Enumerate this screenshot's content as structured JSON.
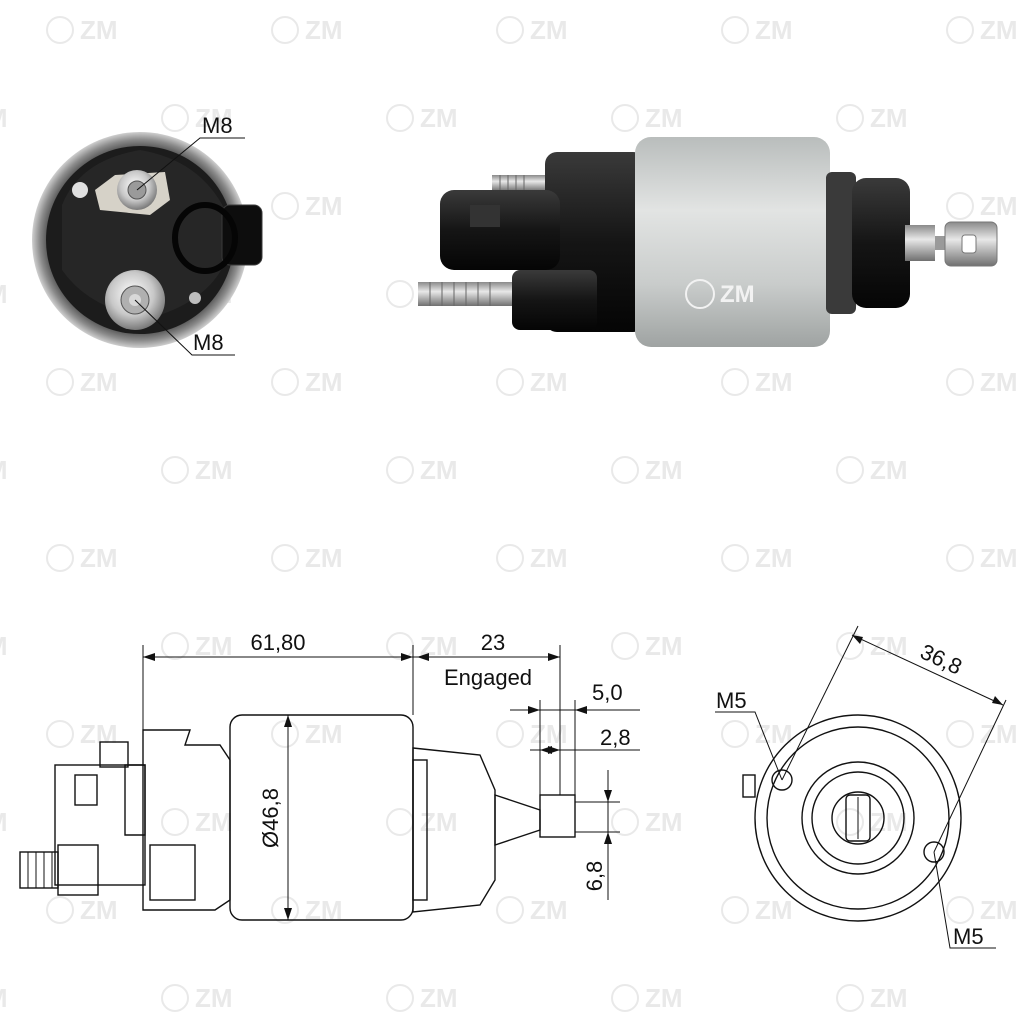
{
  "watermark": {
    "brand": "ZM"
  },
  "photo_end_view": {
    "top_terminal_label": "M8",
    "bottom_terminal_label": "M8"
  },
  "photo_side_view": {
    "housing_logo_text": "ZM"
  },
  "drawing_side_view": {
    "overall_length_label": "61,80",
    "stroke_label": "23",
    "stroke_note": "Engaged",
    "dim_a_label": "5,0",
    "dim_b_label": "2,8",
    "diameter_label": "Ø46,8",
    "eye_height_label": "6,8"
  },
  "drawing_end_view": {
    "hole_spacing_label": "36,8",
    "upper_hole_label": "M5",
    "lower_hole_label": "M5"
  },
  "colors": {
    "housing": "#c9cccb",
    "plastic": "#1a1a1a",
    "line": "#111111",
    "watermark": "#e9e9e9"
  }
}
